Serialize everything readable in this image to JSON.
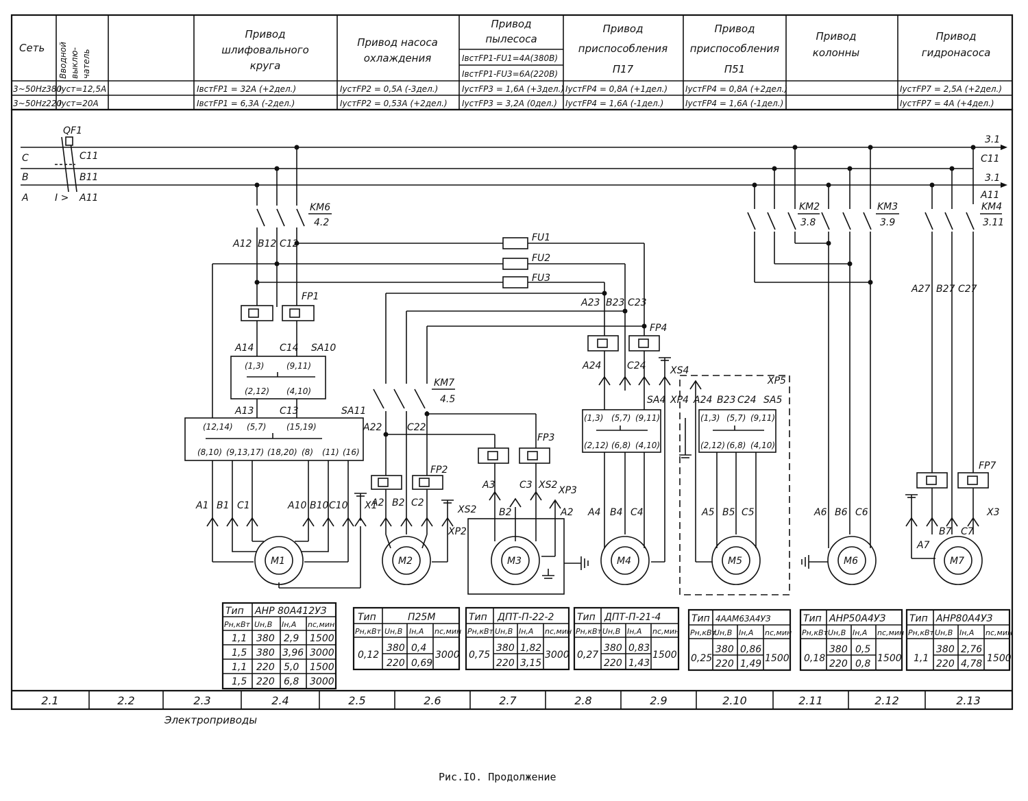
{
  "header": {
    "c1": "Сеть",
    "c2": [
      "Вводной",
      "выклю-",
      "чатель"
    ],
    "c4": [
      "Привод",
      "шлифовального",
      "круга"
    ],
    "c5": [
      "Привод насоса",
      "охлаждения"
    ],
    "c6": [
      "Привод",
      "пылесоса"
    ],
    "c6a": "IвстFP1-FU1=4A(380В)",
    "c6b": "IвстFP1-FU3=6A(220В)",
    "c7": [
      "Привод",
      "приспособления",
      "П17"
    ],
    "c8": [
      "Привод",
      "приспособления",
      "П51"
    ],
    "c9": [
      "Привод",
      "колонны"
    ],
    "c10": [
      "Привод",
      "гидронасоса"
    ],
    "r1": [
      "3~50Hz380",
      "Iуст=12,5A",
      "IвстFP1 = 32A (+2дел.)",
      "IустFP2 = 0,5A (-3дел.)",
      "IустFP3 = 1,6A (+3дел.)",
      "IустFP4 = 0,8A (+1дел.)",
      "IустFP4 = 0,8A (+2дел.)",
      "IустFP7 = 2,5A (+2дел.)"
    ],
    "r2": [
      "3~50Hz220",
      "Iуст=20A",
      "IвстFP1 = 6,3A (-2дел.)",
      "IустFP2 = 0,53A (+2дел.)",
      "IустFP3 = 3,2A (0дел.)",
      "IустFP4 = 1,6A (-1дел.)",
      "IустFP4 = 1,6A (-1дел.)",
      "IустFP7 = 4A (+4дел.)"
    ]
  },
  "labels": {
    "qf1": "QF1",
    "c": "C",
    "b": "B",
    "a": "A",
    "c11": "C11",
    "b11": "B11",
    "a11": "A11",
    "ig": "I >",
    "out1": "3.1",
    "out1b": "C11",
    "out2": "3.1",
    "out2b": "A11",
    "km6": "KM6",
    "km6r": "4.2",
    "km2": "KM2",
    "km2r": "3.8",
    "km3": "KM3",
    "km3r": "3.9",
    "km4": "KM4",
    "km4r": "3.11",
    "a12": "A12",
    "b12": "B12",
    "c12": "C12",
    "fu1": "FU1",
    "fu2": "FU2",
    "fu3": "FU3",
    "fp1": "FP1",
    "a14": "A14",
    "c14": "C14",
    "sa10": "SA10",
    "s10a": "(1,3)",
    "s10b": "(9,11)",
    "s10c": "(2,12)",
    "s10d": "(4,10)",
    "a13": "A13",
    "c13": "C13",
    "sa11": "SA11",
    "s11a": "(12,14)",
    "s11b": "(5,7)",
    "s11c": "(15,19)",
    "s11d": "(8,10)",
    "s11e": "(9,13,17)",
    "s11f": "(18,20)",
    "s11g": "(8)",
    "s11h": "(11)",
    "s11i": "(16)",
    "a1": "A1",
    "b1": "B1",
    "c1": "C1",
    "a10": "A10",
    "b10": "B10",
    "c10": "C10",
    "x1": "X1",
    "km7": "KM7",
    "km7r": "4.5",
    "a22": "A22",
    "c22": "C22",
    "fp2": "FP2",
    "a2": "A2",
    "b2": "B2",
    "c2": "C2",
    "xs2": "XS2",
    "xp2": "XP2",
    "fp3": "FP3",
    "a3": "A3",
    "c3": "C3",
    "b2b": "B2",
    "xs2b": "XS2",
    "xp3": "XP3",
    "a2b": "A2",
    "a23": "A23",
    "b23": "B23",
    "c23": "C23",
    "fp4": "FP4",
    "a24": "A24",
    "c24": "C24",
    "xs4": "XS4",
    "sa4": "SA4",
    "xp4": "XP4",
    "s4a": "(1,3)",
    "s4b": "(5,7)",
    "s4c": "(9,11)",
    "s4d": "(2,12)",
    "s4e": "(6,8)",
    "s4f": "(4,10)",
    "a4": "A4",
    "b4": "B4",
    "c4": "C4",
    "xp5": "XP5",
    "a24b": "A24",
    "b23b": "B23",
    "c24b": "C24",
    "sa5": "SA5",
    "a5": "A5",
    "b5": "B5",
    "c5": "C5",
    "a6": "A6",
    "b6": "B6",
    "c6": "C6",
    "a27": "A27",
    "b27": "B27",
    "c27": "C27",
    "fp7": "FP7",
    "a7": "A7",
    "b7": "B7",
    "c7": "C7",
    "x3": "X3",
    "m1": "M1",
    "m2": "M2",
    "m3": "M3",
    "m4": "M4",
    "m5": "M5",
    "m6": "M6",
    "m7": "M7"
  },
  "motor_tables": [
    {
      "type": "АНР 80А412УЗ",
      "rows": [
        [
          "1,1",
          "380",
          "2,9",
          "1500"
        ],
        [
          "1,5",
          "380",
          "3,96",
          "3000"
        ],
        [
          "1,1",
          "220",
          "5,0",
          "1500"
        ],
        [
          "1,5",
          "220",
          "6,8",
          "3000"
        ]
      ]
    },
    {
      "type": "П25М",
      "p": "0,12",
      "u": [
        "380",
        "220"
      ],
      "i": [
        "0,4",
        "0,69"
      ],
      "n": "3000"
    },
    {
      "type": "ДПТ-П-22-2",
      "p": "0,75",
      "u": [
        "380",
        "220"
      ],
      "i": [
        "1,82",
        "3,15"
      ],
      "n": "3000"
    },
    {
      "type": "ДПТ-П-21-4",
      "p": "0,27",
      "u": [
        "380",
        "220"
      ],
      "i": [
        "0,83",
        "1,43"
      ],
      "n": "1500"
    },
    {
      "type": "4ААМ63А4УЗ",
      "p": "0,25",
      "u": [
        "380",
        "220"
      ],
      "i": [
        "0,86",
        "1,49"
      ],
      "n": "1500"
    },
    {
      "type": "АНР50А4УЗ",
      "p": "0,18",
      "u": [
        "380",
        "220"
      ],
      "i": [
        "0,5",
        "0,8"
      ],
      "n": "1500"
    },
    {
      "type": "АНР80А4УЗ",
      "p": "1,1",
      "u": [
        "380",
        "220"
      ],
      "i": [
        "2,76",
        "4,78"
      ],
      "n": "1500"
    }
  ],
  "table_heads": {
    "tip": "Тип",
    "p": "Pн,кВт",
    "u": "Uн,В",
    "i": "Iн,А",
    "n": "nс,мин"
  },
  "columns": [
    "2.1",
    "2.2",
    "2.3",
    "2.4",
    "2.5",
    "2.6",
    "2.7",
    "2.8",
    "2.9",
    "2.10",
    "2.11",
    "2.12",
    "2.13"
  ],
  "footer_label": "Электроприводы",
  "caption": "Рис.IO. Продолжение"
}
